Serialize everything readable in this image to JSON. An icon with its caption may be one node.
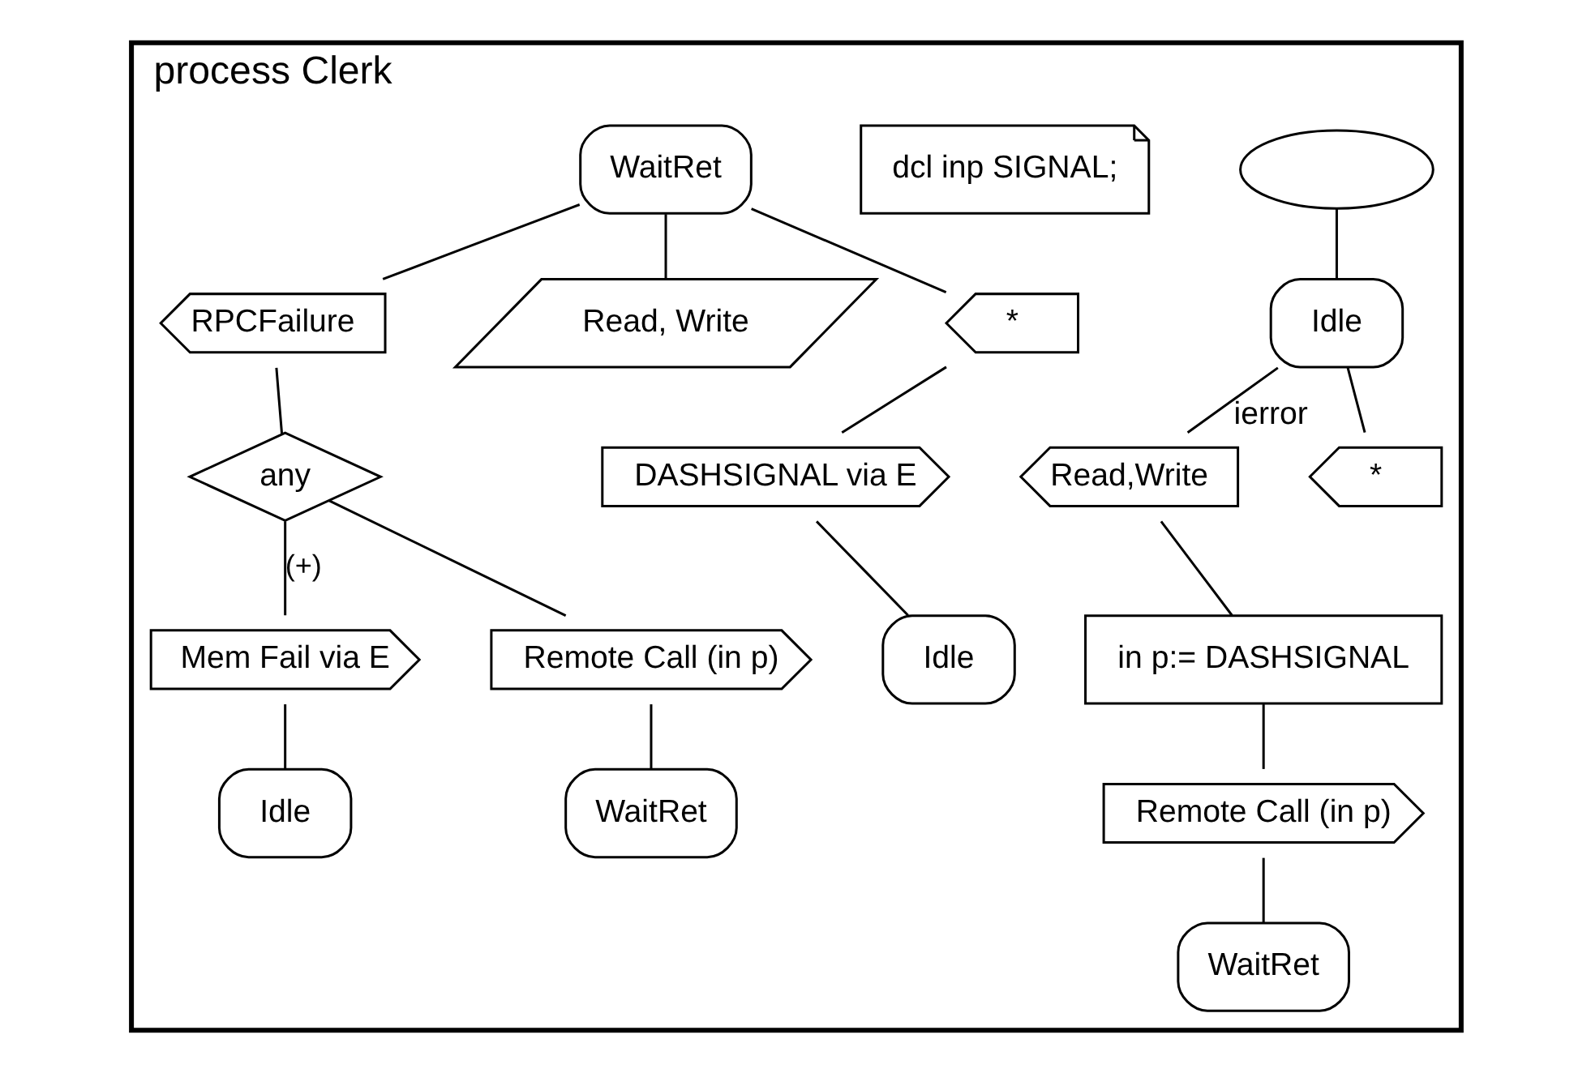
{
  "diagram": {
    "nodes": [
      {
        "text": [
          "process Clerk"
        ]
      },
      {
        "text": [],
        "shape": "ellipse",
        "in": 0
      },
      {
        "text": [
          "Idle"
        ],
        "in": 0
      },
      {
        "text": [
          "Read,Write"
        ],
        "in": 0
      },
      {
        "text": [
          "*"
        ],
        "beside": [
          "ierror"
        ],
        "in": 0
      },
      {
        "text": [
          "in p:= DASHSIGNAL"
        ],
        "in": 0
      },
      {
        "text": [
          "Remote Call (in p)"
        ],
        "in": 0
      },
      {
        "text": [
          "WaitRet"
        ],
        "in": 0
      },
      {
        "text": [
          "dcl inp SIGNAL;"
        ],
        "in": 0
      },
      {
        "text": [
          "WaitRet"
        ],
        "in": 0
      },
      {
        "text": [
          "RPCFailure"
        ],
        "in": 0
      },
      {
        "text": [
          "Read, Write"
        ],
        "in": 0
      },
      {
        "text": [
          "*"
        ],
        "in": 0
      },
      {
        "text": [
          "any"
        ],
        "in": 0
      },
      {
        "text": [
          "Mem Fail via E"
        ],
        "in": 0
      },
      {
        "text": [
          "Remote Call (in p)"
        ],
        "in": 0
      },
      {
        "text": [
          "Idle"
        ],
        "in": 0
      },
      {
        "text": [
          "DASHSIGNAL via E"
        ],
        "in": 0
      },
      {
        "text": [
          "Idle"
        ],
        "in": 0
      },
      {
        "text": [
          "WaitRet"
        ],
        "in": 0
      }
    ],
    "edges": [
      {
        "from": 1,
        "to": 2,
        "arrow": "none"
      },
      {
        "from": 2,
        "to": 3,
        "arrow": "none"
      },
      {
        "from": 2,
        "to": 4,
        "arrow": "none"
      },
      {
        "from": 3,
        "to": 5,
        "arrow": "none"
      },
      {
        "from": 5,
        "to": 6,
        "arrow": "none"
      },
      {
        "from": 6,
        "to": 7,
        "arrow": "none"
      },
      {
        "from": 9,
        "to": 10,
        "arrow": "none"
      },
      {
        "from": 9,
        "to": 11,
        "arrow": "none"
      },
      {
        "from": 9,
        "to": 12,
        "arrow": "none"
      },
      {
        "from": 10,
        "to": 13,
        "arrow": "none"
      },
      {
        "from": 13,
        "to": 14,
        "arrow": "none",
        "label": "(+)"
      },
      {
        "from": 13,
        "to": 15,
        "arrow": "none"
      },
      {
        "from": 14,
        "to": 16,
        "arrow": "none"
      },
      {
        "from": 15,
        "to": 19,
        "arrow": "none"
      },
      {
        "from": 12,
        "to": 17,
        "arrow": "none"
      },
      {
        "from": 17,
        "to": 18,
        "arrow": "none"
      }
    ]
  }
}
